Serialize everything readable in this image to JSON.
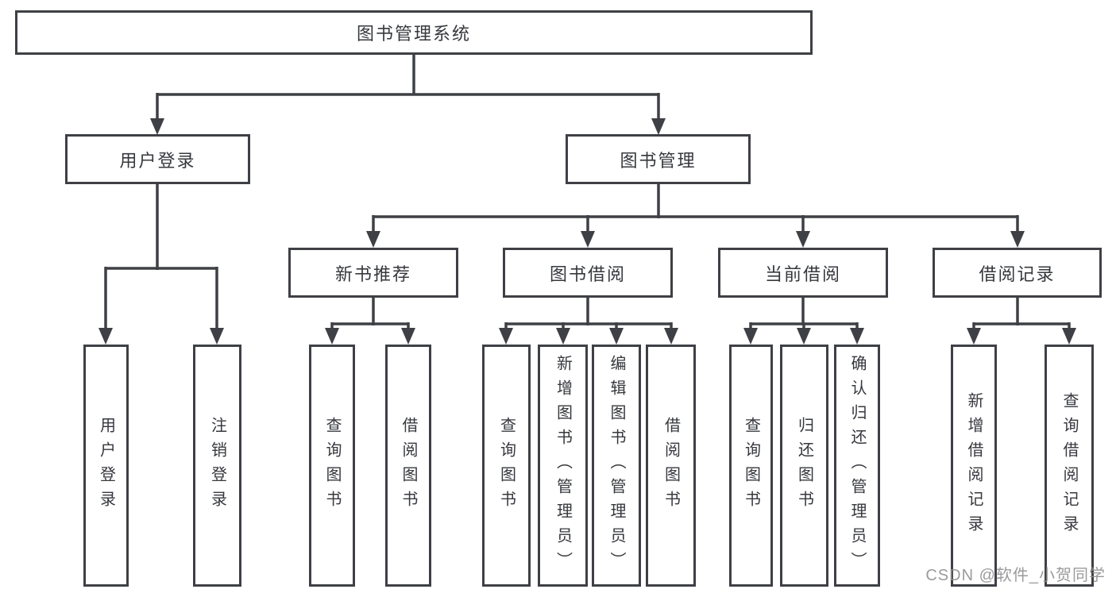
{
  "tree": {
    "root": {
      "label": "图书管理系统"
    },
    "branches": [
      {
        "label": "用户登录",
        "children": [
          {
            "label": "用户登录"
          },
          {
            "label": "注销登录"
          }
        ]
      },
      {
        "label": "图书管理",
        "children": [
          {
            "label": "新书推荐",
            "children": [
              {
                "label": "查询图书"
              },
              {
                "label": "借阅图书"
              }
            ]
          },
          {
            "label": "图书借阅",
            "children": [
              {
                "label": "查询图书"
              },
              {
                "label": "新增图书（管理员）"
              },
              {
                "label": "编辑图书（管理员）"
              },
              {
                "label": "借阅图书"
              }
            ]
          },
          {
            "label": "当前借阅",
            "children": [
              {
                "label": "查询图书"
              },
              {
                "label": "归还图书"
              },
              {
                "label": "确认归还（管理员）"
              }
            ]
          },
          {
            "label": "借阅记录",
            "children": [
              {
                "label": "新增借阅记录"
              },
              {
                "label": "查询借阅记录"
              }
            ]
          }
        ]
      }
    ]
  },
  "watermark": {
    "text": "CSDN @软件_小贺同学"
  },
  "colors": {
    "line": "#3e4045",
    "text": "#36383d",
    "box_background": "#ffffff",
    "watermark_text": "#8e8e8e",
    "page_background": "#ffffff"
  }
}
